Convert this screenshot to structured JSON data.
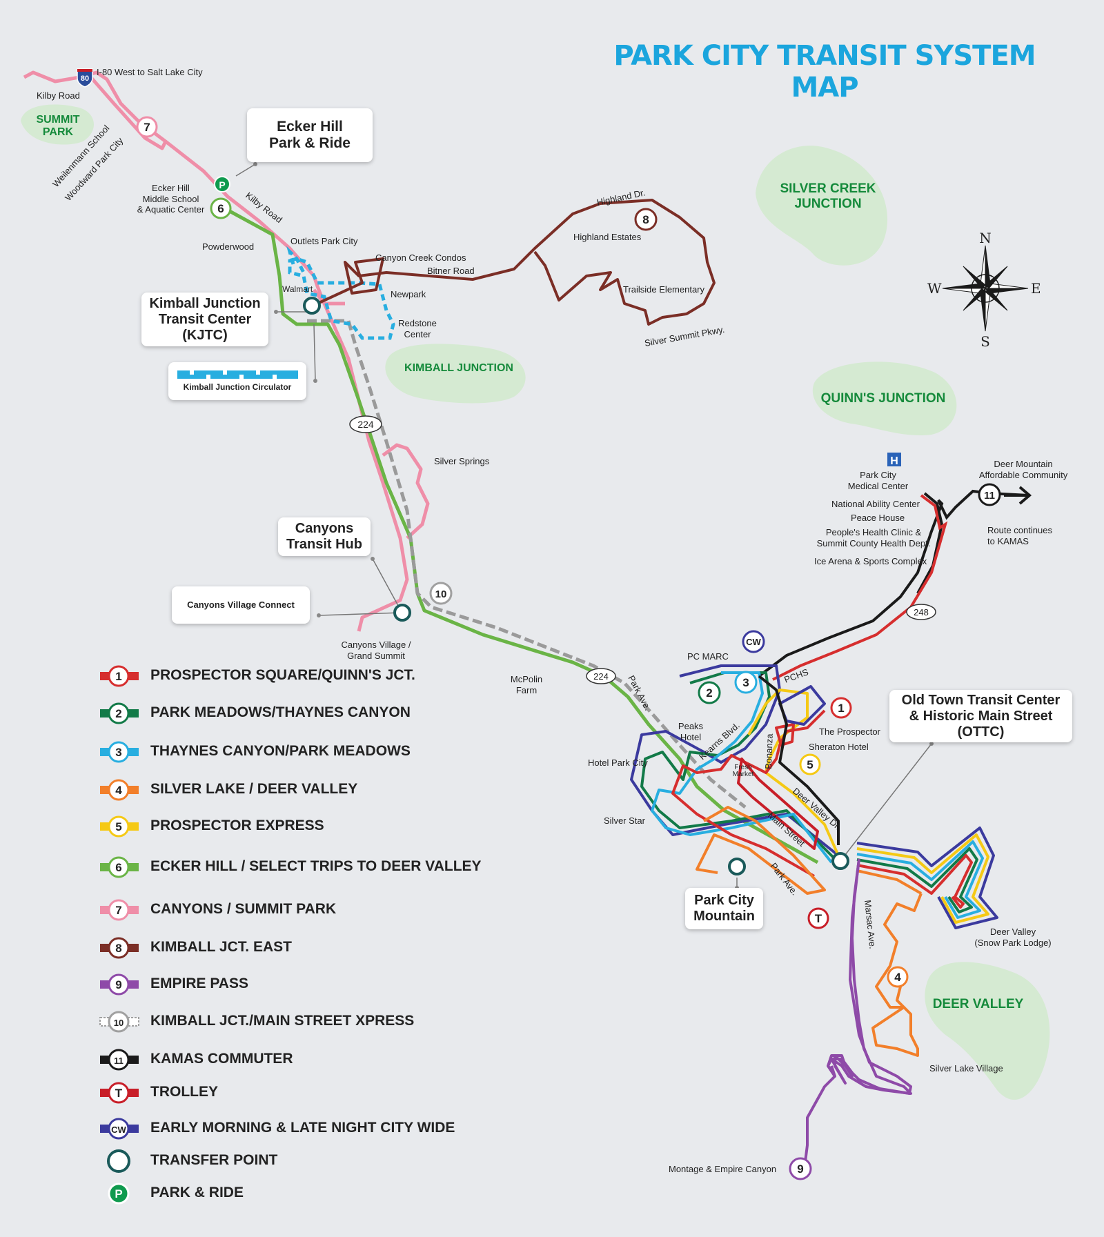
{
  "title": "PARK CITY TRANSIT SYSTEM MAP",
  "colors": {
    "r1": "#d62e2e",
    "r2": "#127a48",
    "r3": "#28aee0",
    "r4": "#f27f2a",
    "r5": "#f5c915",
    "r6": "#6ab446",
    "r7": "#ef8ea8",
    "r8": "#7b2e26",
    "r9": "#8e4aa8",
    "r10": "#a0a0a0",
    "r11": "#1a1a1a",
    "rT": "#c81e28",
    "rCW": "#3b3a9e",
    "transfer": "#1a5a5a",
    "parkride": "#0f9a4e",
    "title": "#1ba5dd",
    "area_green": "#158a3b",
    "area_fill": "#d5ead2"
  },
  "callouts": {
    "ecker": "Ecker Hill\nPark & Ride",
    "kjtc": "Kimball Junction\nTransit Center\n(KJTC)",
    "circulator": "Kimball Junction Circulator",
    "canyons_hub": "Canyons\nTransit Hub",
    "canyons_connect": "Canyons Village Connect",
    "ottc": "Old Town Transit Center\n& Historic Main Street\n(OTTC)",
    "pcm": "Park City\nMountain"
  },
  "areas": {
    "summit_park": "SUMMIT\nPARK",
    "silver_creek": "SILVER CREEK\nJUNCTION",
    "kimball": "KIMBALL JUNCTION",
    "quinns": "QUINN'S JUNCTION",
    "deer_valley": "DEER VALLEY"
  },
  "labels": {
    "i80": "I-80 West to Salt Lake City",
    "i80_shield": "80",
    "kilby1": "Kilby Road",
    "kilby2": "Kilby Road",
    "weilenmann": "Weilenmann School",
    "woodward": "Woodward Park City",
    "ecker_school": "Ecker Hill\nMiddle School\n& Aquatic Center",
    "powderwood": "Powderwood",
    "outlets": "Outlets Park City",
    "walmart": "Walmart",
    "newpark": "Newpark",
    "redstone": "Redstone\nCenter",
    "canyon_creek": "Canyon Creek Condos",
    "bitner": "Bitner Road",
    "highland_dr": "Highland Dr.",
    "highland_est": "Highland Estates",
    "trailside": "Trailside Elementary",
    "silver_summit": "Silver Summit Pkwy.",
    "hwy224a": "224",
    "hwy224b": "224",
    "hwy248": "248",
    "silver_springs": "Silver Springs",
    "canyons_village": "Canyons Village /\nGrand Summit",
    "mcpolin": "McPolin\nFarm",
    "park_ave1": "Park Ave.",
    "park_ave2": "Park Ave.",
    "pc_marc": "PC MARC",
    "pchs": "PCHS",
    "peaks": "Peaks\nHotel",
    "kearns": "Kearns Blvd.",
    "bonanza": "Bonanza",
    "fresh_market": "Fresh\nMarket",
    "hotel_pc": "Hotel Park City",
    "silver_star": "Silver Star",
    "prospector": "The Prospector",
    "sheraton": "Sheraton Hotel",
    "deer_valley_dr": "Deer Valley Dr.",
    "main_street": "Main Street",
    "marsac": "Marsac Ave.",
    "dv_lodge": "Deer Valley\n(Snow Park Lodge)",
    "silver_lake": "Silver Lake Village",
    "montage": "Montage & Empire Canyon",
    "medical": "Park City\nMedical Center",
    "hospital_h": "H",
    "ability": "National Ability Center",
    "peace": "Peace House",
    "peoples": "People's Health Clinic &\nSummit County Health Dept.",
    "ice": "Ice Arena & Sports Complex",
    "deer_mtn": "Deer Mountain\nAffordable Community",
    "kamas": "Route continues\nto KAMAS"
  },
  "compass": {
    "n": "N",
    "s": "S",
    "e": "E",
    "w": "W"
  },
  "badges": {
    "b7": "7",
    "b6": "6",
    "b8": "8",
    "b10": "10",
    "bCW": "CW",
    "b2": "2",
    "b3": "3",
    "b1": "1",
    "b5": "5",
    "b11": "11",
    "bT": "T",
    "b4": "4",
    "b9": "9",
    "bP": "P"
  },
  "legend": [
    {
      "badge": "1",
      "label": "PROSPECTOR SQUARE/QUINN'S JCT.",
      "color": "#d62e2e"
    },
    {
      "badge": "2",
      "label": "PARK MEADOWS/THAYNES CANYON",
      "color": "#127a48"
    },
    {
      "badge": "3",
      "label": "THAYNES CANYON/PARK MEADOWS",
      "color": "#28aee0"
    },
    {
      "badge": "4",
      "label": "SILVER LAKE / DEER VALLEY",
      "color": "#f27f2a"
    },
    {
      "badge": "5",
      "label": "PROSPECTOR EXPRESS",
      "color": "#f5c915"
    },
    {
      "badge": "6",
      "label": "ECKER HILL / SELECT TRIPS TO DEER VALLEY",
      "color": "#6ab446"
    },
    {
      "badge": "7",
      "label": "CANYONS / SUMMIT PARK",
      "color": "#ef8ea8"
    },
    {
      "badge": "8",
      "label": "KIMBALL JCT. EAST",
      "color": "#7b2e26"
    },
    {
      "badge": "9",
      "label": "EMPIRE PASS",
      "color": "#8e4aa8"
    },
    {
      "badge": "10",
      "label": "KIMBALL JCT./MAIN STREET XPRESS",
      "color": "#a0a0a0"
    },
    {
      "badge": "11",
      "label": "KAMAS COMMUTER",
      "color": "#1a1a1a"
    },
    {
      "badge": "T",
      "label": "TROLLEY",
      "color": "#c81e28"
    },
    {
      "badge": "CW",
      "label": "EARLY MORNING & LATE NIGHT CITY WIDE",
      "color": "#3b3a9e"
    },
    {
      "badge": "",
      "label": "TRANSFER POINT",
      "color": "#1a5a5a"
    },
    {
      "badge": "P",
      "label": "PARK & RIDE",
      "color": "#0f9a4e"
    }
  ]
}
